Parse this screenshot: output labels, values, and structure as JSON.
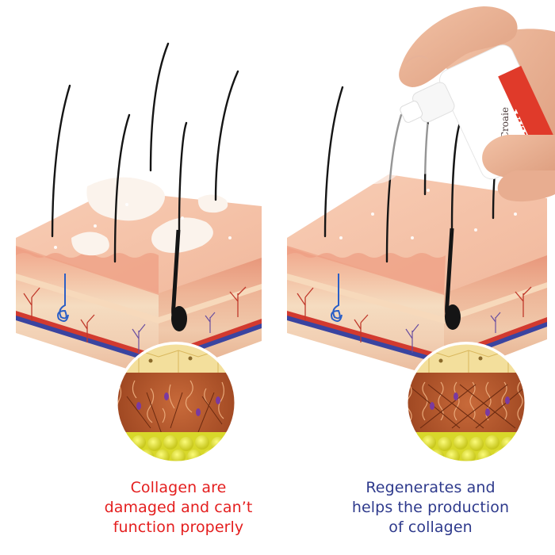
{
  "captions": {
    "left": {
      "lines": [
        "Collagen are",
        "damaged and can’t",
        "function properly"
      ],
      "color": "#e41e1e"
    },
    "right": {
      "lines": [
        "Regenerates and",
        "helps the production",
        "of collagen"
      ],
      "color": "#2e3a8c"
    }
  },
  "product": {
    "brand": "Croaie",
    "label_fragment": "VIT"
  },
  "colors": {
    "skin_top": "#f6c2a8",
    "skin_side": "#f0a88f",
    "fat_layer": "#f4d7a7",
    "damage_patch": "#fbf3ec",
    "collagen_fiber": "#b5502b",
    "fat_cells": "#e8e83a",
    "hair": "#151515",
    "bottle_accent": "#e03a2a"
  }
}
